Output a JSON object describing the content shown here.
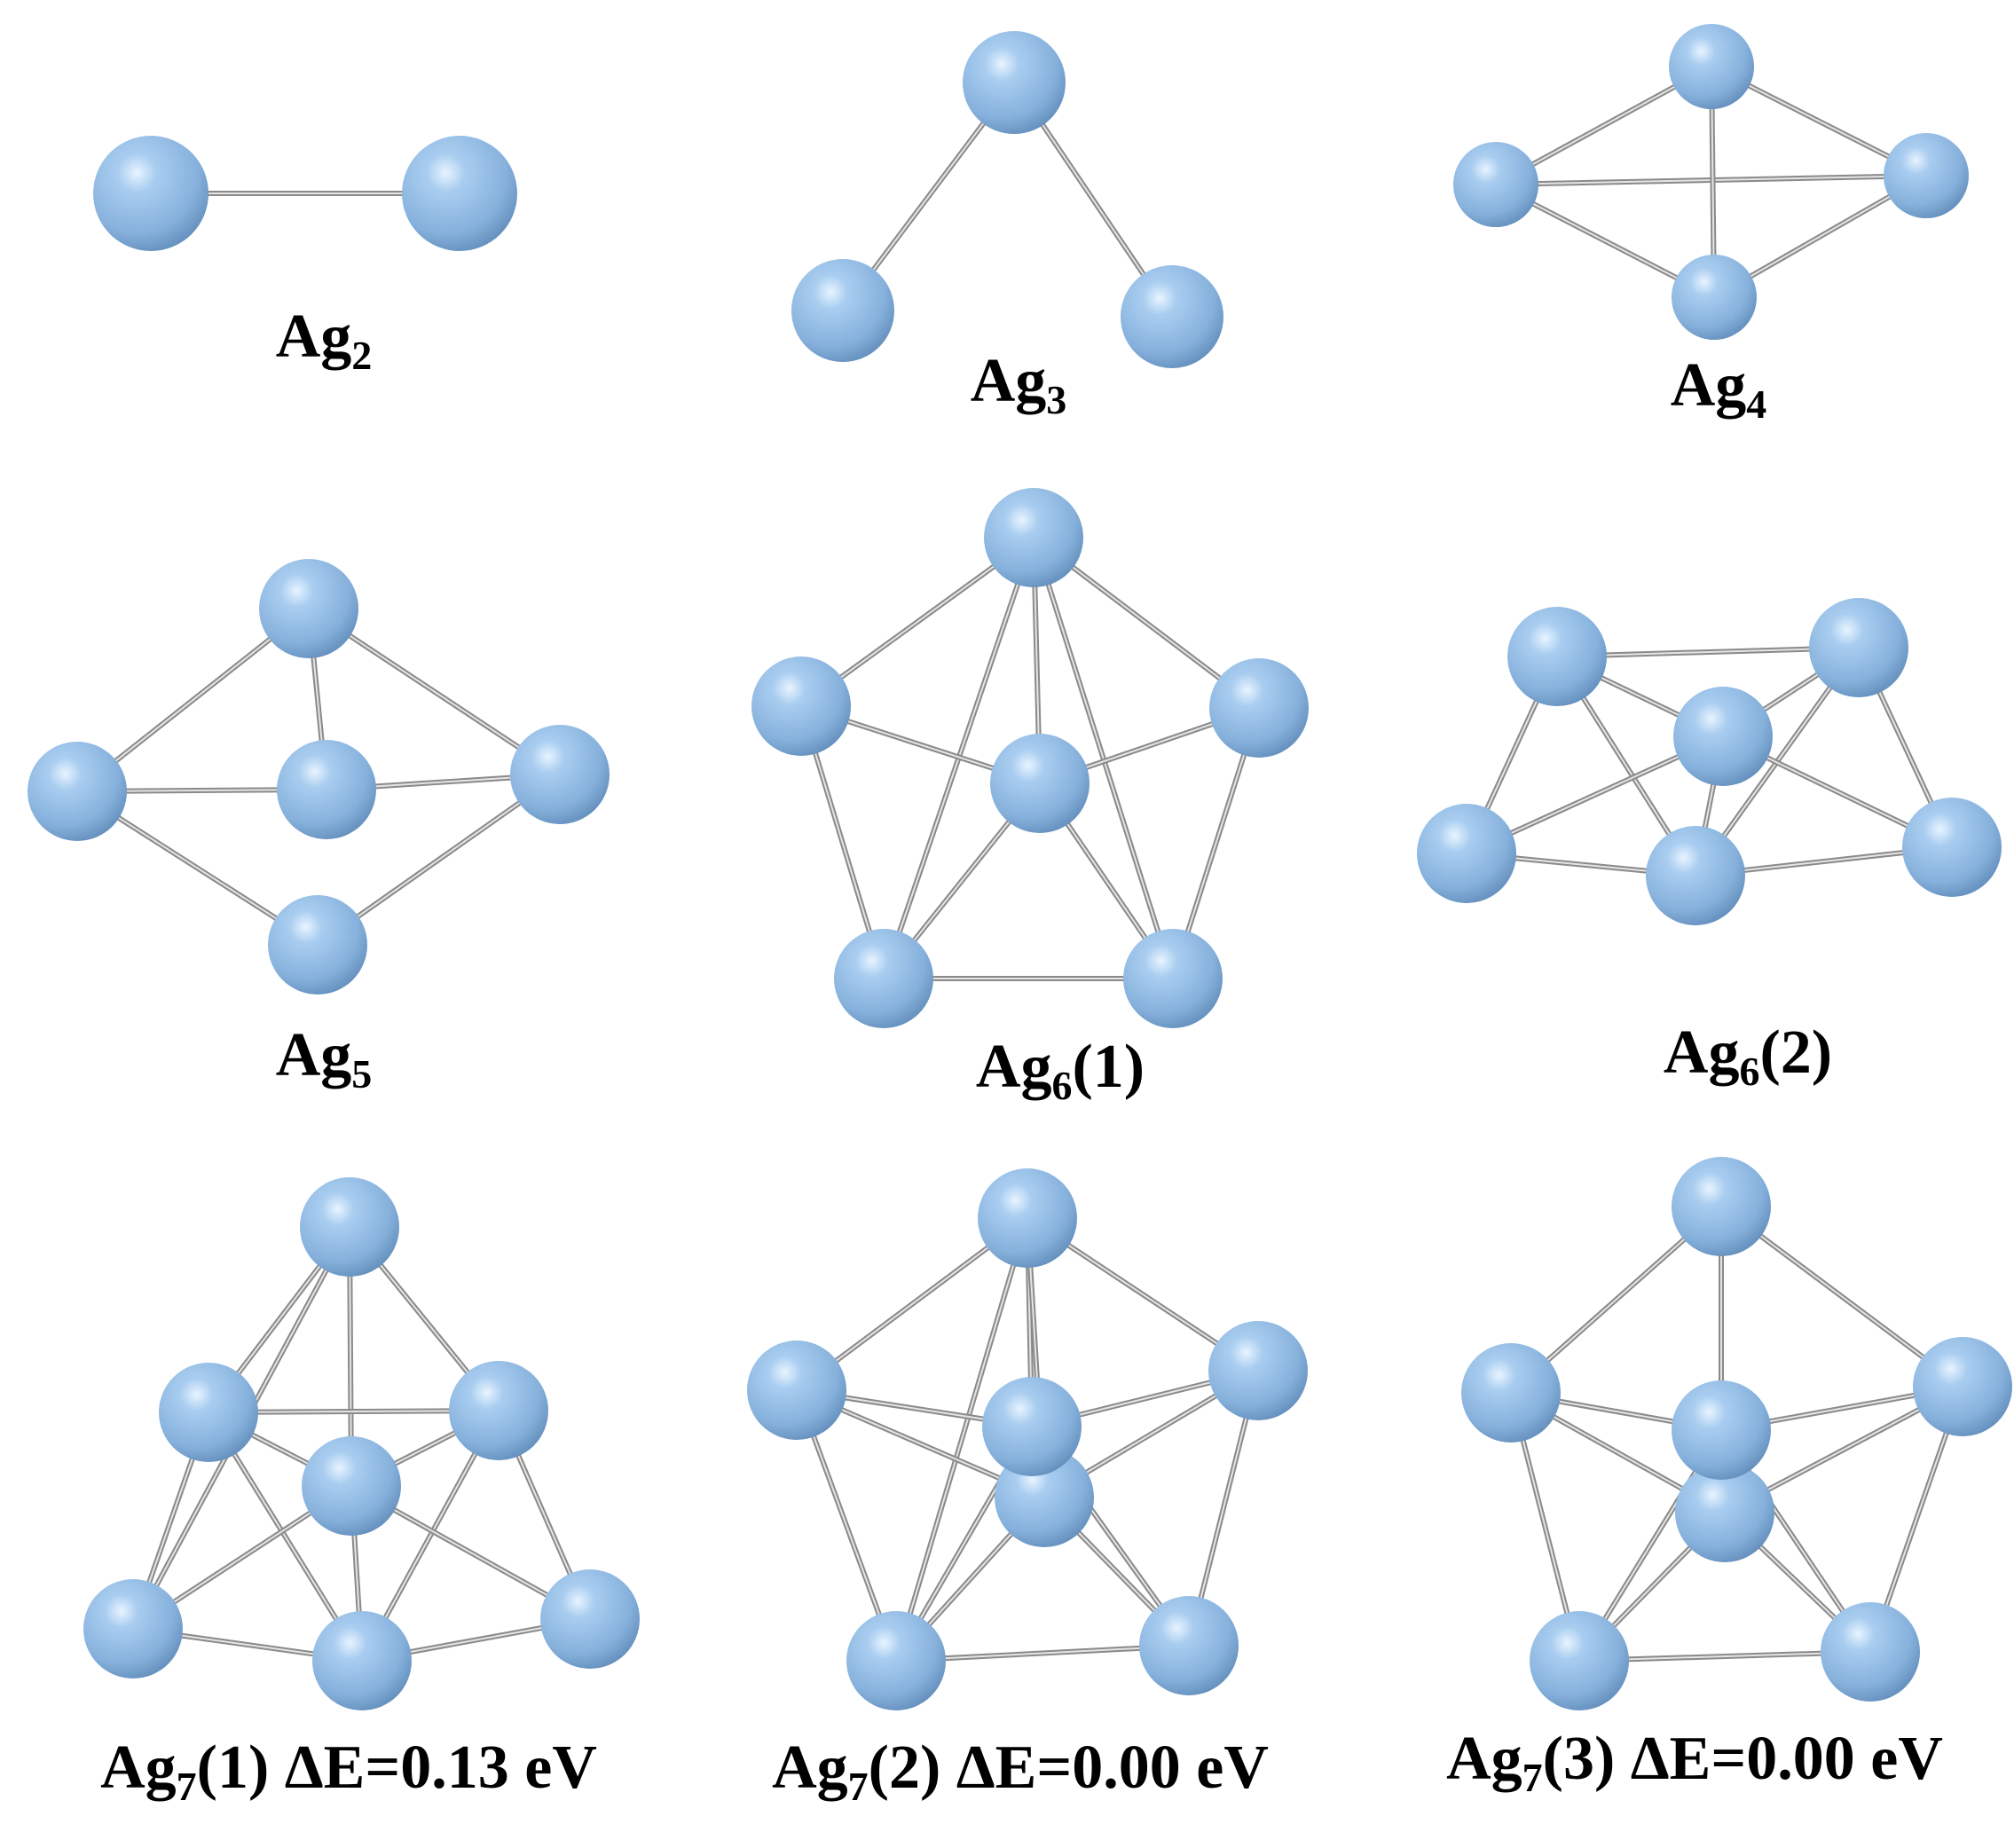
{
  "figure": {
    "atom_color": "#8fb8e0",
    "bond_color": "#8a8a8a",
    "clusters": [
      {
        "id": "ag2",
        "label": {
          "base": "Ag",
          "sub": "2",
          "suffix": ""
        }
      },
      {
        "id": "ag3",
        "label": {
          "base": "Ag",
          "sub": "3",
          "suffix": ""
        }
      },
      {
        "id": "ag4",
        "label": {
          "base": "Ag",
          "sub": "4",
          "suffix": ""
        }
      },
      {
        "id": "ag5",
        "label": {
          "base": "Ag",
          "sub": "5",
          "suffix": ""
        }
      },
      {
        "id": "ag6-1",
        "label": {
          "base": "Ag",
          "sub": "6",
          "suffix": "(1)"
        }
      },
      {
        "id": "ag6-2",
        "label": {
          "base": "Ag",
          "sub": "6",
          "suffix": "(2)"
        }
      },
      {
        "id": "ag7-1",
        "label": {
          "base": "Ag",
          "sub": "7",
          "suffix": "(1) ΔE=0.13 eV"
        }
      },
      {
        "id": "ag7-2",
        "label": {
          "base": "Ag",
          "sub": "7",
          "suffix": "(2) ΔE=0.00 eV"
        }
      },
      {
        "id": "ag7-3",
        "label": {
          "base": "Ag",
          "sub": "7",
          "suffix": "(3) ΔE=0.00 eV"
        }
      }
    ]
  }
}
